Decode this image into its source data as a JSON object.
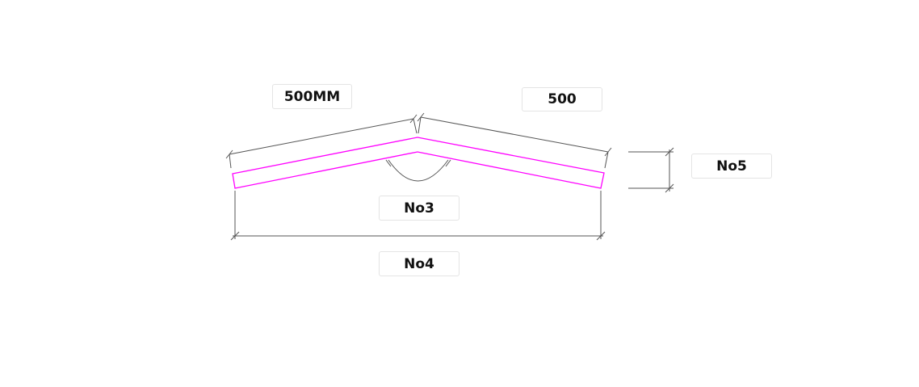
{
  "colors": {
    "profile": "#ff00ff",
    "dimension": "#555555"
  },
  "dimensions": {
    "left_slope_length": "500MM",
    "right_slope_length": "500",
    "apex_angle": "No3",
    "overall_width": "No4",
    "thickness": "No5"
  }
}
